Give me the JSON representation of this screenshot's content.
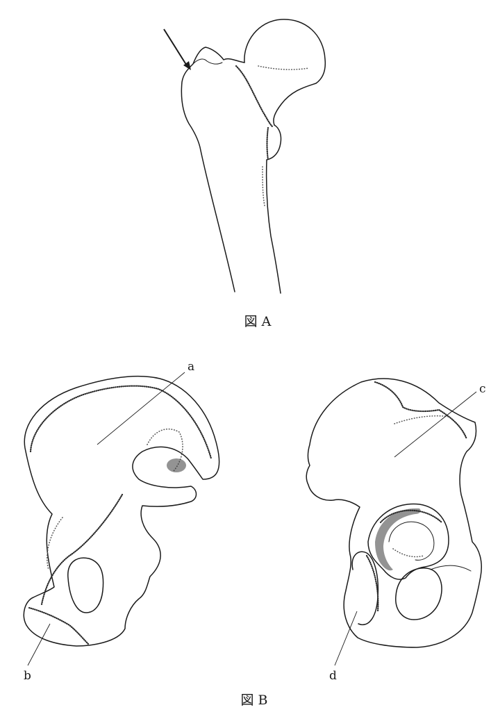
{
  "figure_a": {
    "caption": "図 A"
  },
  "figure_b": {
    "caption": "図 B",
    "labels": {
      "a": "a",
      "b": "b",
      "c": "c",
      "d": "d"
    }
  }
}
